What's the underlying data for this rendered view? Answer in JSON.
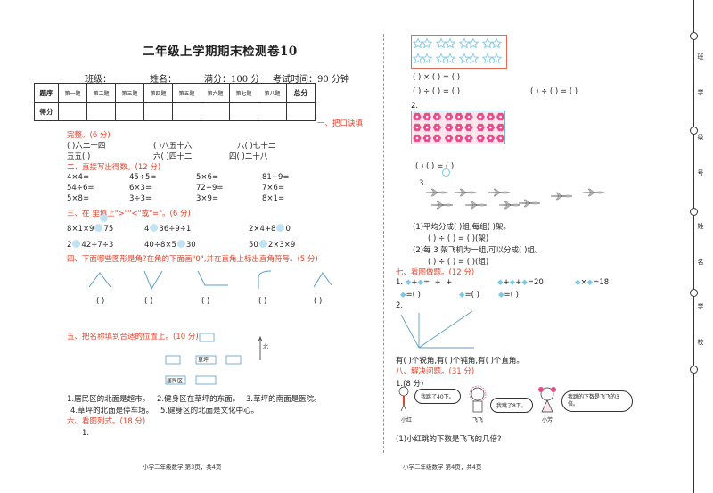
{
  "exam": {
    "title": "二年级上学期期末检测卷10",
    "class_label": "班级：",
    "name_label": "姓名：",
    "full_score": "满分：100 分",
    "time": "考试时间：90 分钟"
  },
  "score_table": {
    "row1_label": "题序",
    "row2_label": "得分",
    "columns": [
      "第一题",
      "第二题",
      "第三题",
      "第四题",
      "第五题",
      "第六题",
      "第七题",
      "第八题"
    ],
    "total": "总分"
  },
  "section1": {
    "title": "一、把口诀填",
    "title_cont": "完整。(6 分)",
    "rows": [
      [
        "(    )六二十四",
        "(    )八五十六",
        "八(    )七十二"
      ],
      [
        "五五(         )",
        "六(    )四十二",
        "四(    )二十八"
      ]
    ]
  },
  "section2": {
    "title": "二、直接写出得数。(12 分)",
    "rows": [
      [
        "4×4=",
        "45÷5=",
        "5×6=",
        "81÷9="
      ],
      [
        "54÷6=",
        "6×3=",
        "72÷9=",
        "7×6="
      ],
      [
        "5×8=",
        "3÷3=",
        "3×9=",
        "8×1="
      ]
    ]
  },
  "section3": {
    "title": "三、在     里填上\">\"\"<\"或\"=\"。(6 分)",
    "items": [
      [
        "8×1×9",
        "75"
      ],
      [
        "4",
        "36÷9÷1"
      ],
      [
        "2×4+8",
        "0"
      ],
      [
        "2",
        "42÷7÷3"
      ],
      [
        "40÷8×5",
        "30"
      ],
      [
        "50",
        "2×3×9"
      ]
    ]
  },
  "section4": {
    "title": "四、下面哪些图形是角?在角的下面画\"0\",并在直角上标出直角符号。(5 分)",
    "blanks": [
      "(      )",
      "(      )",
      "(      )",
      "(      )",
      "(      )"
    ]
  },
  "section5": {
    "title": "五、把名称填到合适的位置上。(10 分)",
    "map": {
      "north": "北",
      "lawn": "草坪",
      "residential": "居民区"
    },
    "clues": [
      "1.居民区的北面是超市。",
      "2.健身区在草坪的东面。",
      "3.草坪的南面是医院。",
      "4.草坪的北面是停车场。",
      "5.健身区的北面是文化中心。"
    ]
  },
  "section6": {
    "title": "六、看图列式。(18 分)",
    "q1": "1.",
    "q1_eq1": "(    ) × (    ) = (    )",
    "q1_eq2": "(    ) ÷ (    ) = (    )",
    "q1_eq3": "(    ) ÷ (    ) = (    )",
    "q2": "2.",
    "q2_eq": "(    )     (    ) = (    )",
    "q3": "3.",
    "q3_a": "(1)平均分成(        )组,每组(        )架。",
    "q3_a_eq": "(    ) ÷ (    ) = (    )(架)",
    "q3_b": "(2)每 3 架飞机为一组,可以分成(        )组。",
    "q3_b_eq": "(    ) ÷ (    ) = (    )(组)"
  },
  "section7": {
    "title": "七、看图做题。(12 分)",
    "q1_line1_a": "1.",
    "q1_line1_b": "=20",
    "q1_line1_c": "=18",
    "q1_line2_a": "=(      )",
    "q1_line2_b": "=(      )",
    "q1_line2_c": "=(      )",
    "q2": "2.",
    "q2_answer": "有(      )个锐角,有(      )个钝角,有(      )个直角。"
  },
  "section8": {
    "title": "八、解决问题。(31 分)",
    "q1": "1.(8 分)",
    "bubbles": [
      "我跳了40下。",
      "我跳了8下。",
      "我跳的下数是飞飞的3倍。"
    ],
    "kids": [
      "小红",
      "飞飞",
      "小芳"
    ],
    "q1_question": "(1)小红跳的下数是飞飞的几倍?"
  },
  "footers": {
    "left": "小学二年级数学   第3页，共4页",
    "right": "小学二年级数学   第4页，共4页"
  },
  "binding_labels": [
    "班",
    "学",
    "级",
    "号",
    "姓",
    "名",
    "学",
    "校"
  ],
  "colors": {
    "red": "#e8412a",
    "shape_fill": "#bfe3f2",
    "flower": "#e84a8a",
    "star": "#7cc8e6"
  }
}
